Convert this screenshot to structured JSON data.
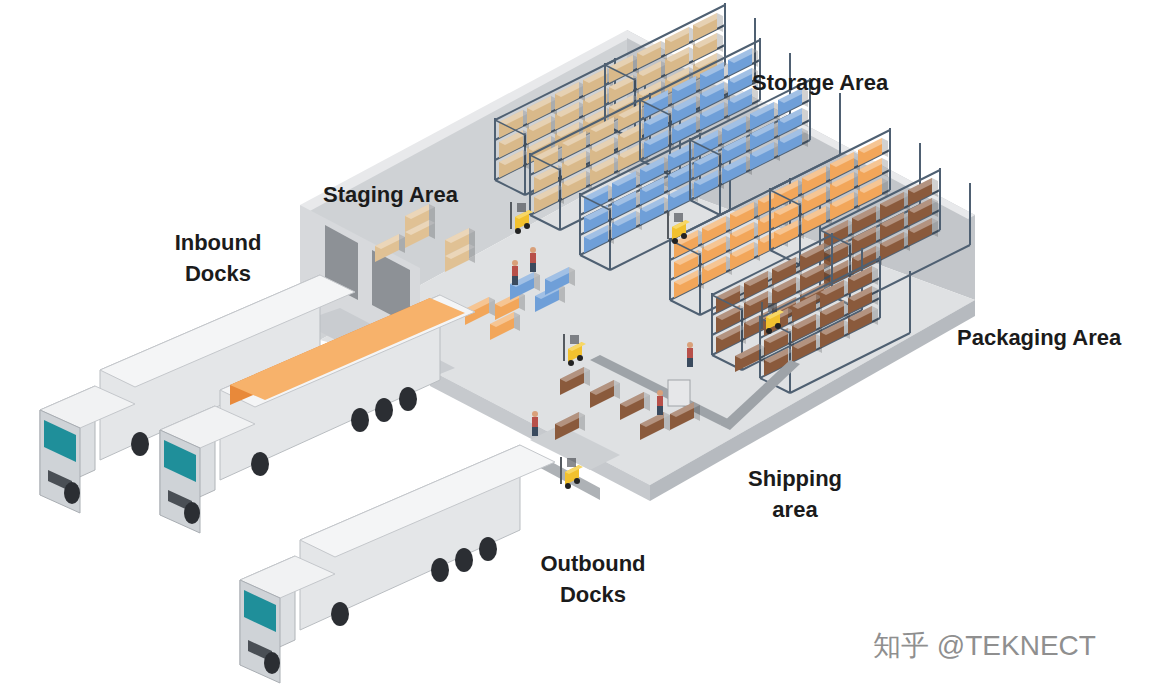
{
  "diagram": {
    "labels": [
      "Storage Area",
      "Staging Area",
      "Inbound Docks",
      "Packaging Area",
      "Shipping area",
      "Outbound Docks",
      "知乎 @TEKNECT"
    ]
  }
}
